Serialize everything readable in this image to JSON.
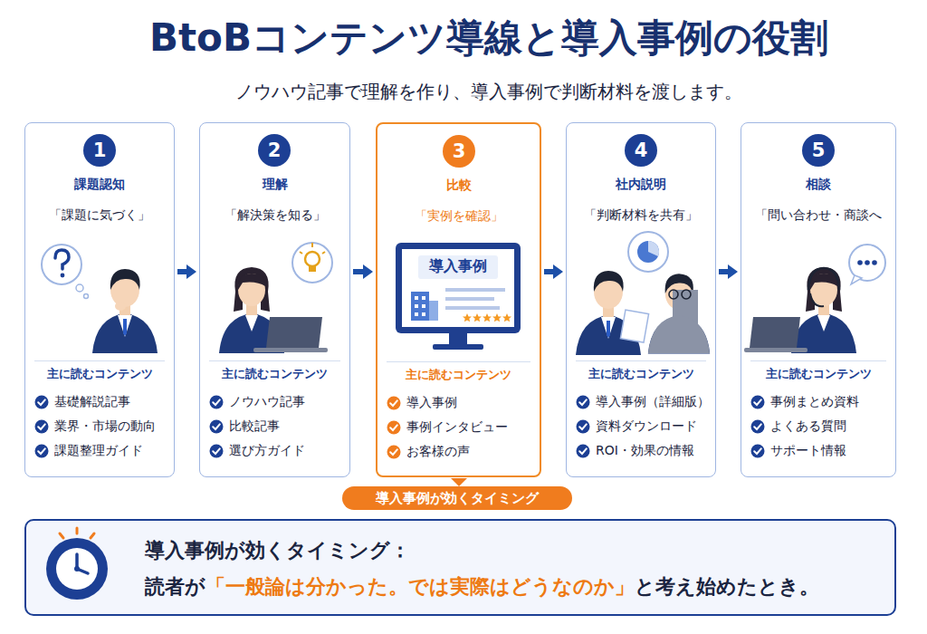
{
  "diagram": {
    "title": "BtoBコンテンツ導線と導入事例の役割",
    "nodes": [
      {
        "text": [
          "課題認知",
          "「課題に気づく」",
          "主に読むコンテンツ",
          "基礎解説記事",
          "業界・市場の動向",
          "課題整理ガイド"
        ]
      },
      {
        "text": [
          "1"
        ],
        "in": 0
      },
      {
        "text": [
          "理解",
          "「解決策を知る」",
          "主に読むコンテンツ",
          "ノウハウ記事",
          "比較記事",
          "選び方ガイド"
        ]
      },
      {
        "text": [
          "2"
        ],
        "in": 2
      },
      {
        "text": [
          "比較",
          "「実例を確認」",
          "主に読むコンテンツ",
          "導入事例",
          "事例インタビュー",
          "お客様の声"
        ]
      },
      {
        "text": [
          "3"
        ],
        "in": 4
      },
      {
        "text": [
          "社内説明",
          "「判断材料を共有」",
          "主に読むコンテンツ",
          "導入事例（詳細版）",
          "資料ダウンロード",
          "ROI・効果の情報"
        ]
      },
      {
        "text": [
          "4"
        ],
        "in": 6
      },
      {
        "text": [
          "相談",
          "「問い合わせ・商談へ",
          "主に読むコンテンツ",
          "事例まとめ資料",
          "よくある質問",
          "サポート情報"
        ]
      },
      {
        "text": [
          "5"
        ],
        "in": 8
      },
      {
        "text": [
          "導入事例が効くタイミング"
        ]
      },
      {
        "text": [
          "導入事例が効くタイミング：",
          "読者が",
          "「一般論は分かった。では実際はどうなのか」",
          "と考え始めたとき。"
        ]
      }
    ],
    "edges": [
      {
        "from": 0,
        "to": 2,
        "arrow": "to"
      },
      {
        "from": 2,
        "to": 4,
        "arrow": "to"
      },
      {
        "from": 4,
        "to": 6,
        "arrow": "to"
      },
      {
        "from": 6,
        "to": 8,
        "arrow": "to"
      }
    ],
    "labels": [
      "ノウハウ記事で理解を作り、導入事例で判断材料を渡します。",
      "導入事例"
    ]
  }
}
